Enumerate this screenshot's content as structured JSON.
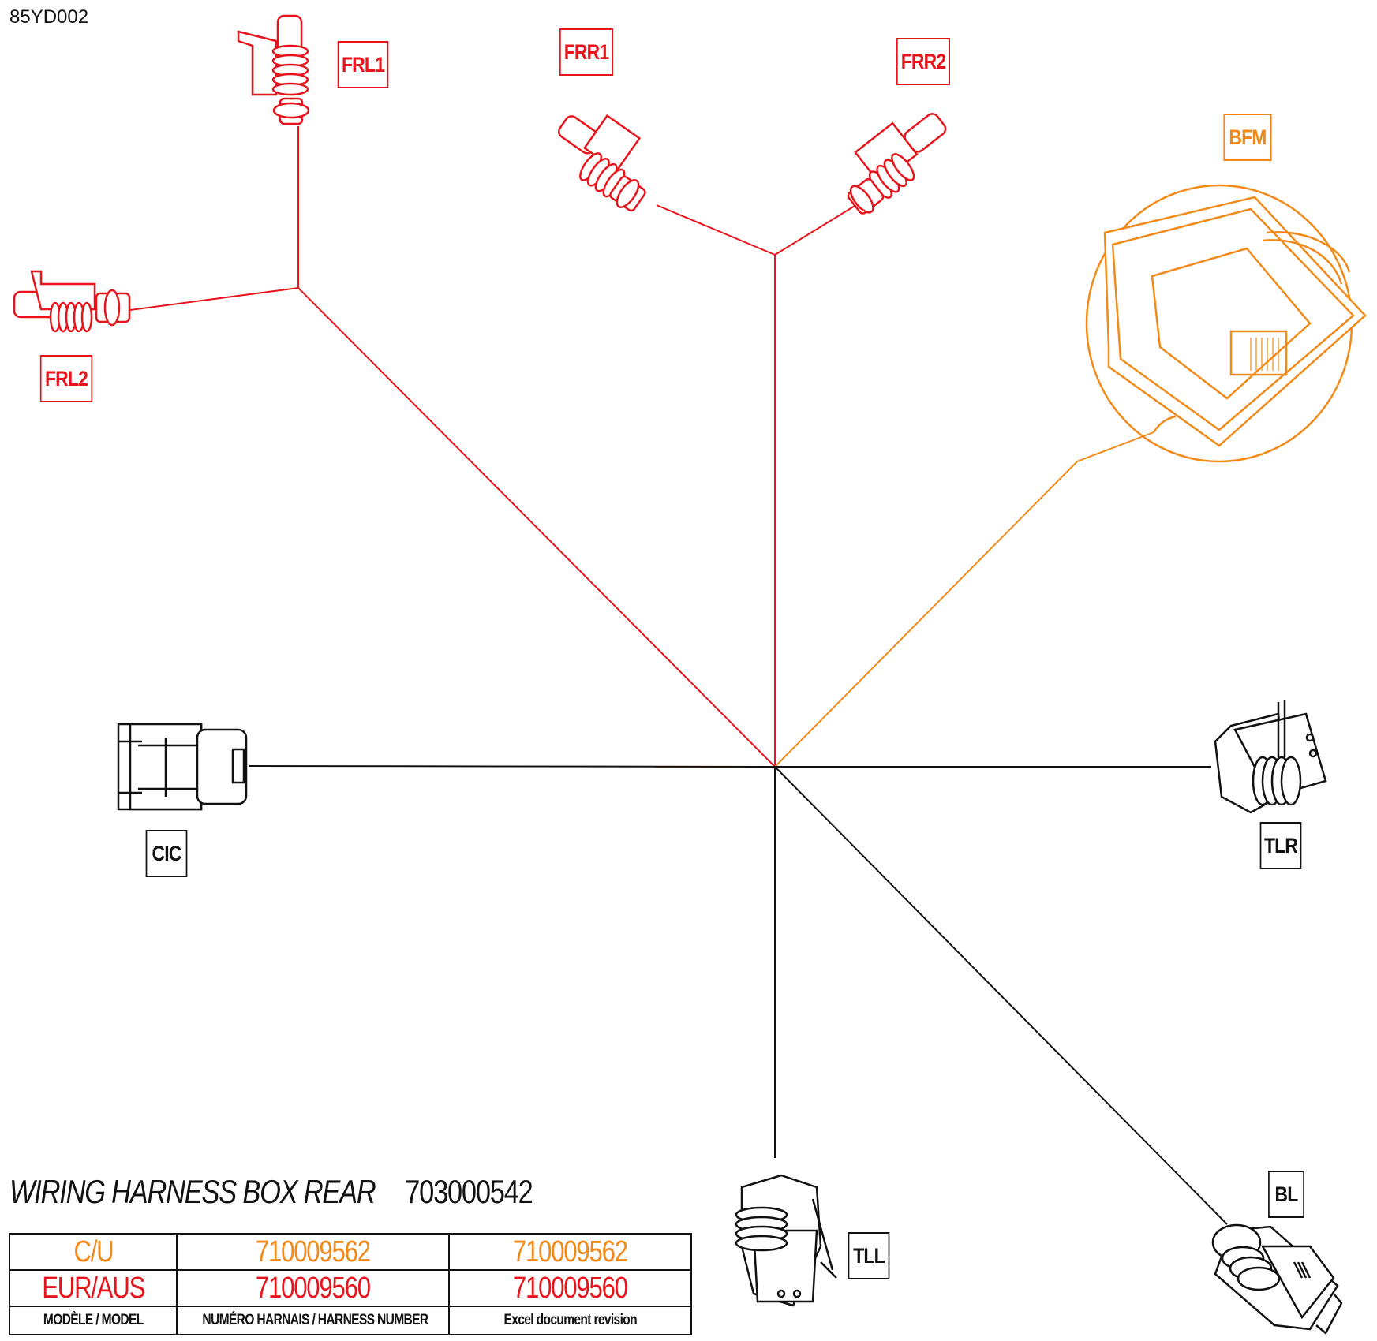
{
  "ref_code": "85YD002",
  "title": {
    "text": "WIRING HARNESS  BOX REAR",
    "part_number": "703000542"
  },
  "connectors": {
    "frl1": "FRL1",
    "frl2": "FRL2",
    "frr1": "FRR1",
    "frr2": "FRR2",
    "bfm": "BFM",
    "cic": "CIC",
    "tlr": "TLR",
    "tll": "TLL",
    "bl": "BL"
  },
  "table": {
    "rows": [
      {
        "model": "C/U",
        "harness_number": "710009562",
        "revision": "710009562",
        "color": "#f28a1a"
      },
      {
        "model": "EUR/AUS",
        "harness_number": "710009560",
        "revision": "710009560",
        "color": "#e8141b"
      }
    ],
    "footer": {
      "model": "MODÈLE / MODEL",
      "harness_number": "NUMÉRO HARNAIS / HARNESS NUMBER",
      "revision": "Excel document revision"
    }
  },
  "colors": {
    "red": "#e8141b",
    "orange": "#f28a1a",
    "black": "#111111"
  }
}
